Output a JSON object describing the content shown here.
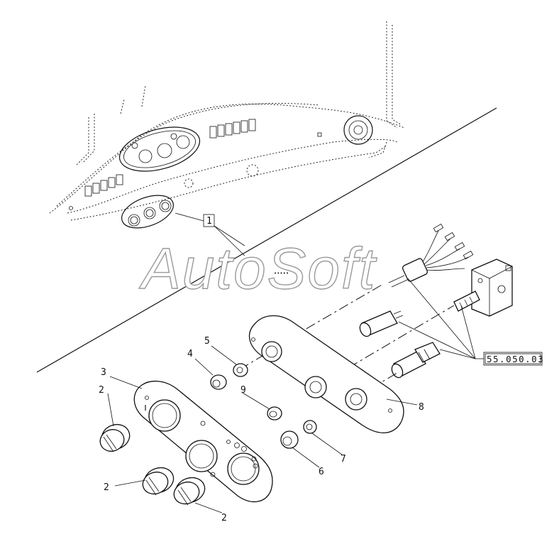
{
  "watermark": "AutoSoft",
  "reference": "55.050.03",
  "callouts": {
    "c1": "1",
    "c2a": "2",
    "c2b": "2",
    "c2c": "2",
    "c3": "3",
    "c4": "4",
    "c5": "5",
    "c6": "6",
    "c7": "7",
    "c8": "8",
    "c9": "9"
  }
}
